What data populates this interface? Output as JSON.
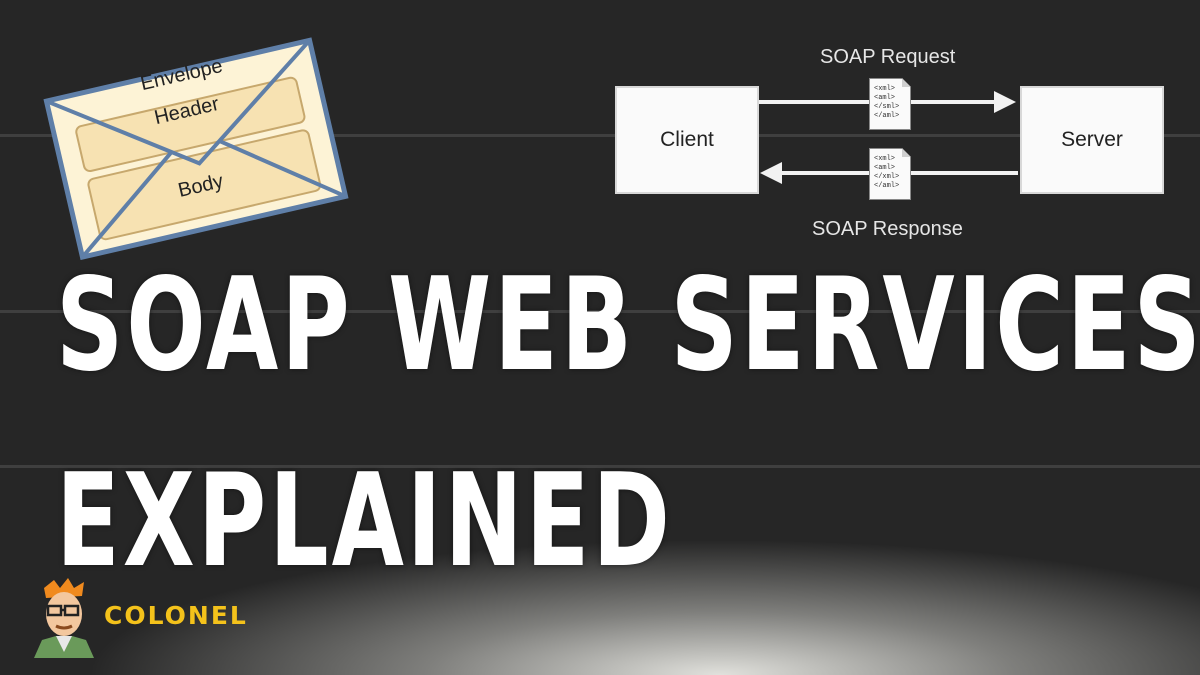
{
  "envelope": {
    "envelope_label": "Envelope",
    "header_label": "Header",
    "body_label": "Body"
  },
  "diagram": {
    "client_label": "Client",
    "server_label": "Server",
    "request_label": "SOAP Request",
    "response_label": "SOAP Response",
    "request_doc_lines": [
      "<xml>",
      "<aml>",
      "</sml>",
      "</aml>"
    ],
    "response_doc_lines": [
      "<xml>",
      "<aml>",
      "</xml>",
      "</aml>"
    ]
  },
  "title": {
    "line1": "SOAP WEB SERVICES",
    "line2": "EXPLAINED"
  },
  "brand": {
    "name": "COLONEL",
    "accent_color": "#f4c21b"
  }
}
